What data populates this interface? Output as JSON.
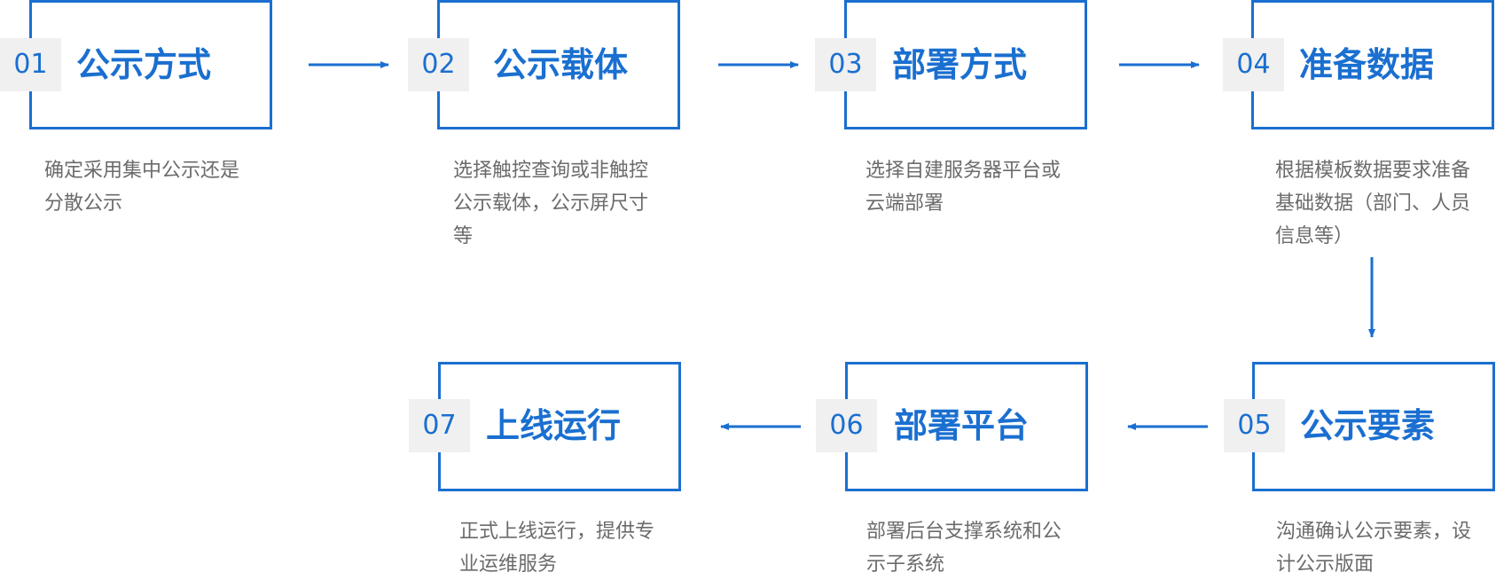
{
  "colors": {
    "accent": "#1a6fd0",
    "number_bg": "#f0f0f0",
    "description": "#6b6b6b"
  },
  "steps": [
    {
      "num": "01",
      "title": "公示方式",
      "desc": "确定采用集中公示还是分散公示"
    },
    {
      "num": "02",
      "title": "公示载体",
      "desc": "选择触控查询或非触控公示载体，公示屏尺寸等"
    },
    {
      "num": "03",
      "title": "部署方式",
      "desc": "选择自建服务器平台或云端部署"
    },
    {
      "num": "04",
      "title": "准备数据",
      "desc": "根据模板数据要求准备基础数据（部门、人员信息等）"
    },
    {
      "num": "05",
      "title": "公示要素",
      "desc": "沟通确认公示要素，设计公示版面"
    },
    {
      "num": "06",
      "title": "部署平台",
      "desc": "部署后台支撑系统和公示子系统"
    },
    {
      "num": "07",
      "title": "上线运行",
      "desc": "正式上线运行，提供专业运维服务"
    }
  ]
}
